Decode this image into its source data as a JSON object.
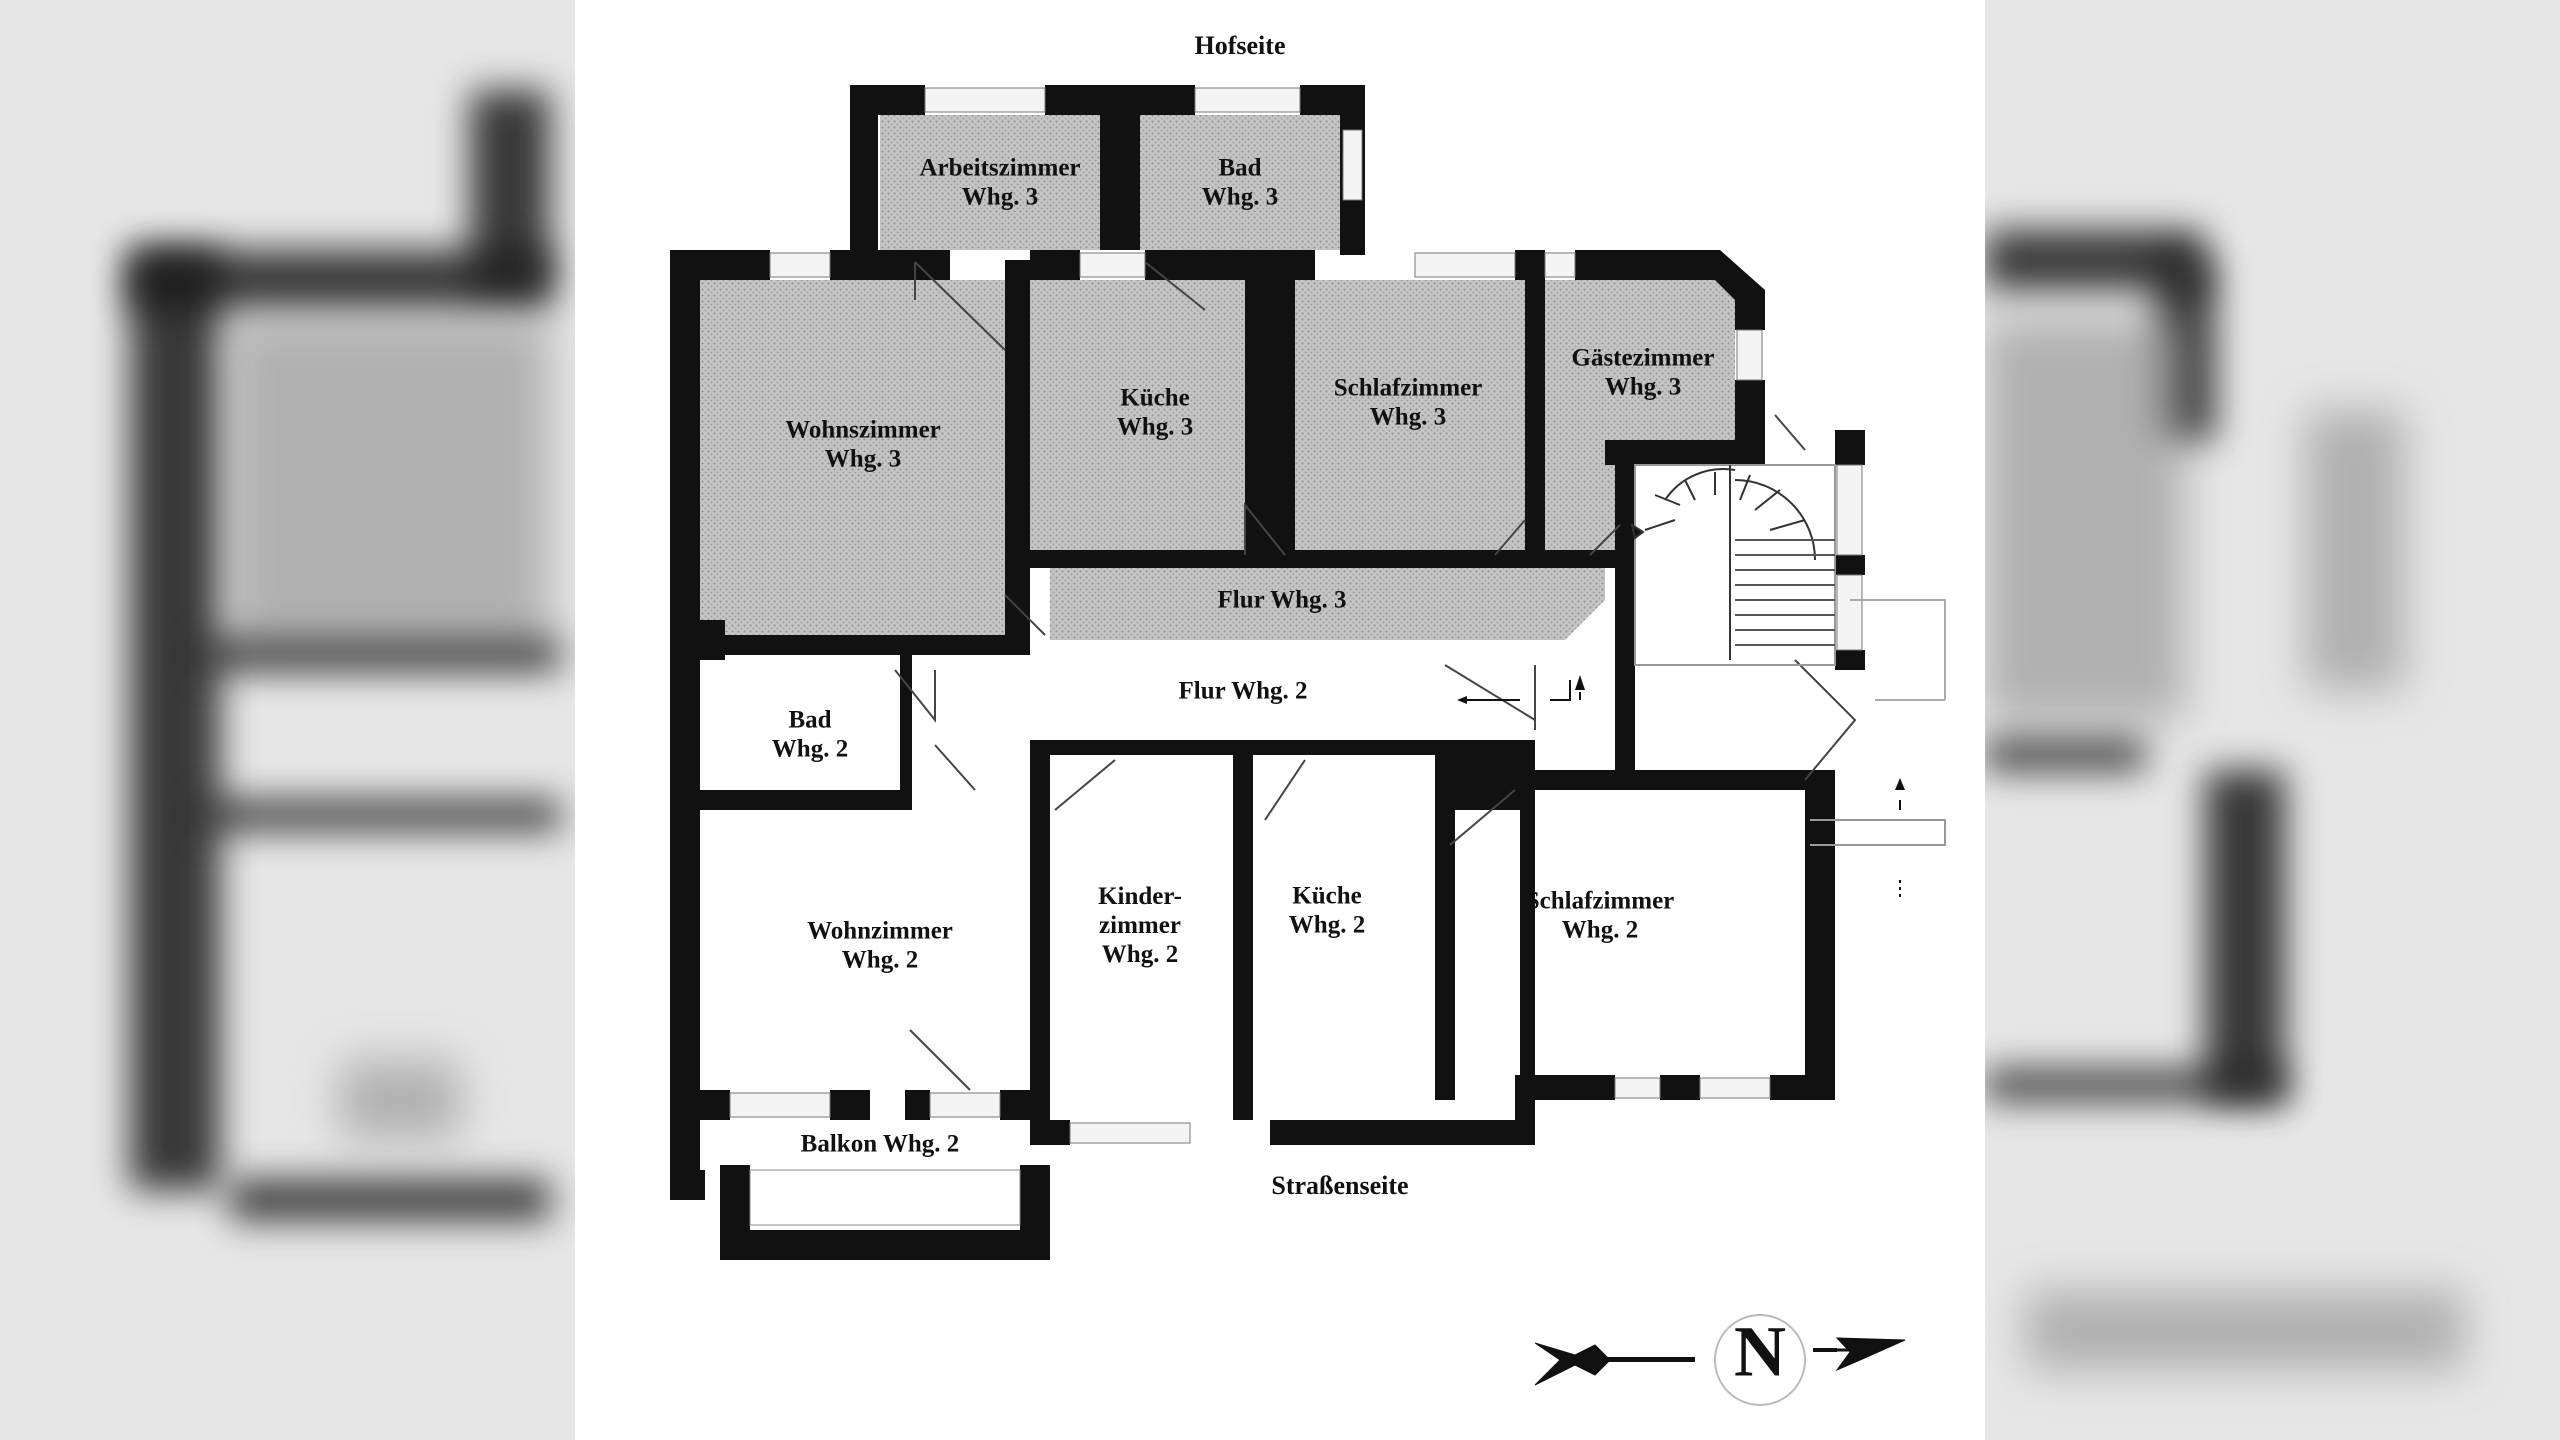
{
  "labels": {
    "hofseite": "Hofseite",
    "strassenseite": "Straßenseite",
    "compass": "N"
  },
  "rooms": {
    "arbeitszimmer3": {
      "name": "Arbeitszimmer",
      "unit": "Whg. 3"
    },
    "bad3": {
      "name": "Bad",
      "unit": "Whg. 3"
    },
    "wohnszimmer3": {
      "name": "Wohnszimmer",
      "unit": "Whg. 3"
    },
    "kueche3": {
      "name": "Küche",
      "unit": "Whg. 3"
    },
    "schlafzimmer3": {
      "name": "Schlafzimmer",
      "unit": "Whg. 3"
    },
    "gaestezimmer3": {
      "name": "Gästezimmer",
      "unit": "Whg. 3"
    },
    "flur3": {
      "name": "Flur Whg. 3"
    },
    "flur2": {
      "name": "Flur Whg. 2"
    },
    "bad2": {
      "name": "Bad",
      "unit": "Whg. 2"
    },
    "wohnzimmer2": {
      "name": "Wohnzimmer",
      "unit": "Whg. 2"
    },
    "kinderzimmer2": {
      "name1": "Kinder-",
      "name2": "zimmer",
      "unit": "Whg. 2"
    },
    "kueche2": {
      "name": "Küche",
      "unit": "Whg. 2"
    },
    "schlafzimmer2": {
      "name": "Schlafzimmer",
      "unit": "Whg. 2"
    },
    "balkon2": {
      "name": "Balkon Whg. 2"
    }
  },
  "colors": {
    "wall": "#111111",
    "shaded_room": "#bdbdbd",
    "paper": "#ffffff"
  }
}
